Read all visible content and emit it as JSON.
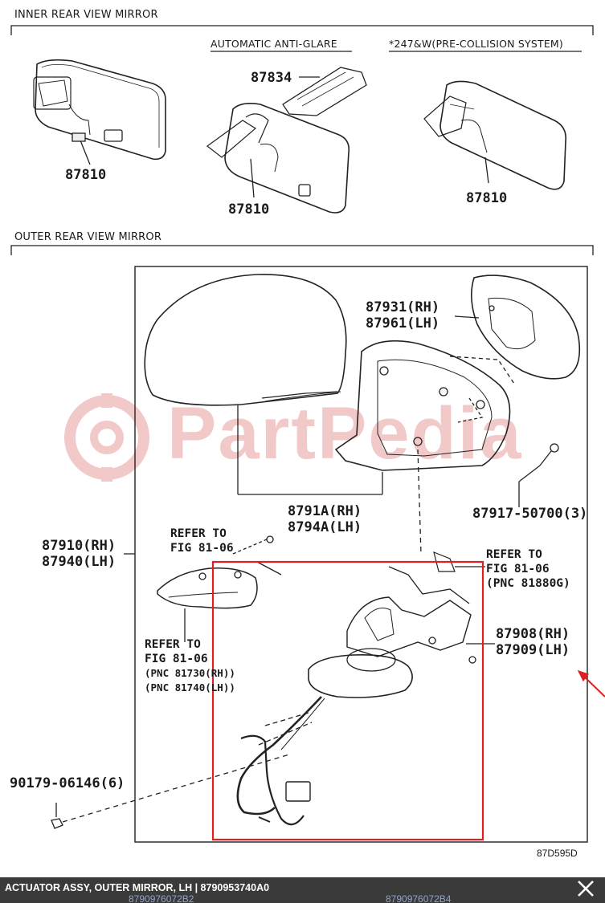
{
  "sections": {
    "inner": "INNER REAR VIEW MIRROR",
    "outer": "OUTER REAR VIEW MIRROR"
  },
  "subsections": {
    "anti_glare": "AUTOMATIC ANTI-GLARE",
    "pre_collision": "*247&W(PRE-COLLISION SYSTEM)"
  },
  "parts": {
    "p87834": "87834",
    "p87810_a": "87810",
    "p87810_b": "87810",
    "p87810_c": "87810",
    "p87931": "87931(RH)",
    "p87961": "87961(LH)",
    "p8791a": "8791A(RH)",
    "p8794a": "8794A(LH)",
    "p87917": "87917-50700(3)",
    "p87910": "87910(RH)",
    "p87940": "87940(LH)",
    "p87908": "87908(RH)",
    "p87909": "87909(LH)",
    "p90179": "90179-06146(6)"
  },
  "refs": {
    "r1_line1": "REFER TO",
    "r1_line2": "FIG 81-06",
    "r2_line1": "REFER TO",
    "r2_line2": "FIG 81-06",
    "r2_line3": "(PNC 81880G)",
    "r3_line1": "REFER TO",
    "r3_line2": "FIG 81-06",
    "r3_line3": "(PNC 81730(RH))",
    "r3_line4": "(PNC 81740(LH))"
  },
  "diagram_code": "87D595D",
  "watermark": "PartPedia",
  "bottom_bar": {
    "title": "ACTUATOR ASSY, OUTER MIRROR, LH | 8790953740A0",
    "under_left": "8790976072B2",
    "under_right": "8790976072B4",
    "close_icon": "close-icon"
  },
  "colors": {
    "highlight": "#e02020",
    "watermark": "#f2c9c9",
    "bar": "#3a3a3a"
  }
}
